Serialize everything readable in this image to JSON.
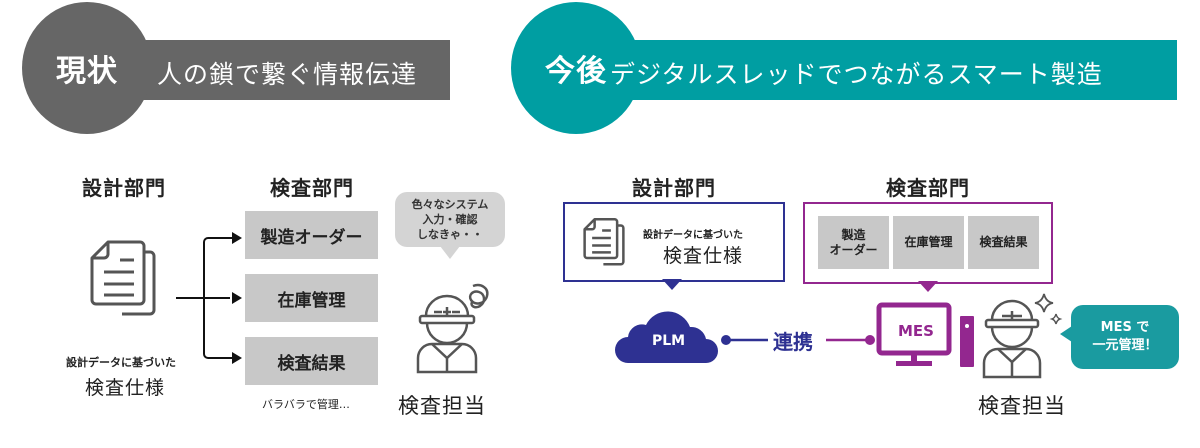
{
  "current": {
    "badge": "現状",
    "title": "人の鎖で繋ぐ情報伝達",
    "color": "#666666",
    "design_dept": {
      "label": "設計部門",
      "doc_caption": "設計データに基づいた",
      "doc_title": "検査仕様",
      "doc_icon": "document-icon"
    },
    "inspection_dept": {
      "label": "検査部門",
      "systems": [
        "製造オーダー",
        "在庫管理",
        "検査結果"
      ],
      "note": "バラバラで管理…"
    },
    "inspector": {
      "speech": [
        "色々なシステム",
        "入力・確認",
        "しなきゃ・・"
      ],
      "label": "検査担当",
      "icon": "worker-confused-icon"
    }
  },
  "future": {
    "badge": "今後",
    "title": "デジタルスレッドでつながるスマート製造",
    "color": "#009ea2",
    "design_dept": {
      "label": "設計部門",
      "doc_caption": "設計データに基づいた",
      "doc_title": "検査仕様",
      "doc_icon": "document-icon",
      "border_color": "#2e3192"
    },
    "plm": {
      "label": "PLM",
      "color": "#2e3192",
      "icon": "cloud-icon"
    },
    "link_label": "連携",
    "inspection_dept": {
      "label": "検査部門",
      "systems": [
        [
          "製造",
          "オーダー"
        ],
        [
          "在庫管理"
        ],
        [
          "検査結果"
        ]
      ],
      "border_color": "#93278f"
    },
    "mes": {
      "label": "MES",
      "color": "#93278f",
      "icon": "computer-icon"
    },
    "inspector": {
      "speech": [
        "MES で",
        "一元管理！"
      ],
      "label": "検査担当",
      "icon": "worker-sparkle-icon"
    }
  }
}
